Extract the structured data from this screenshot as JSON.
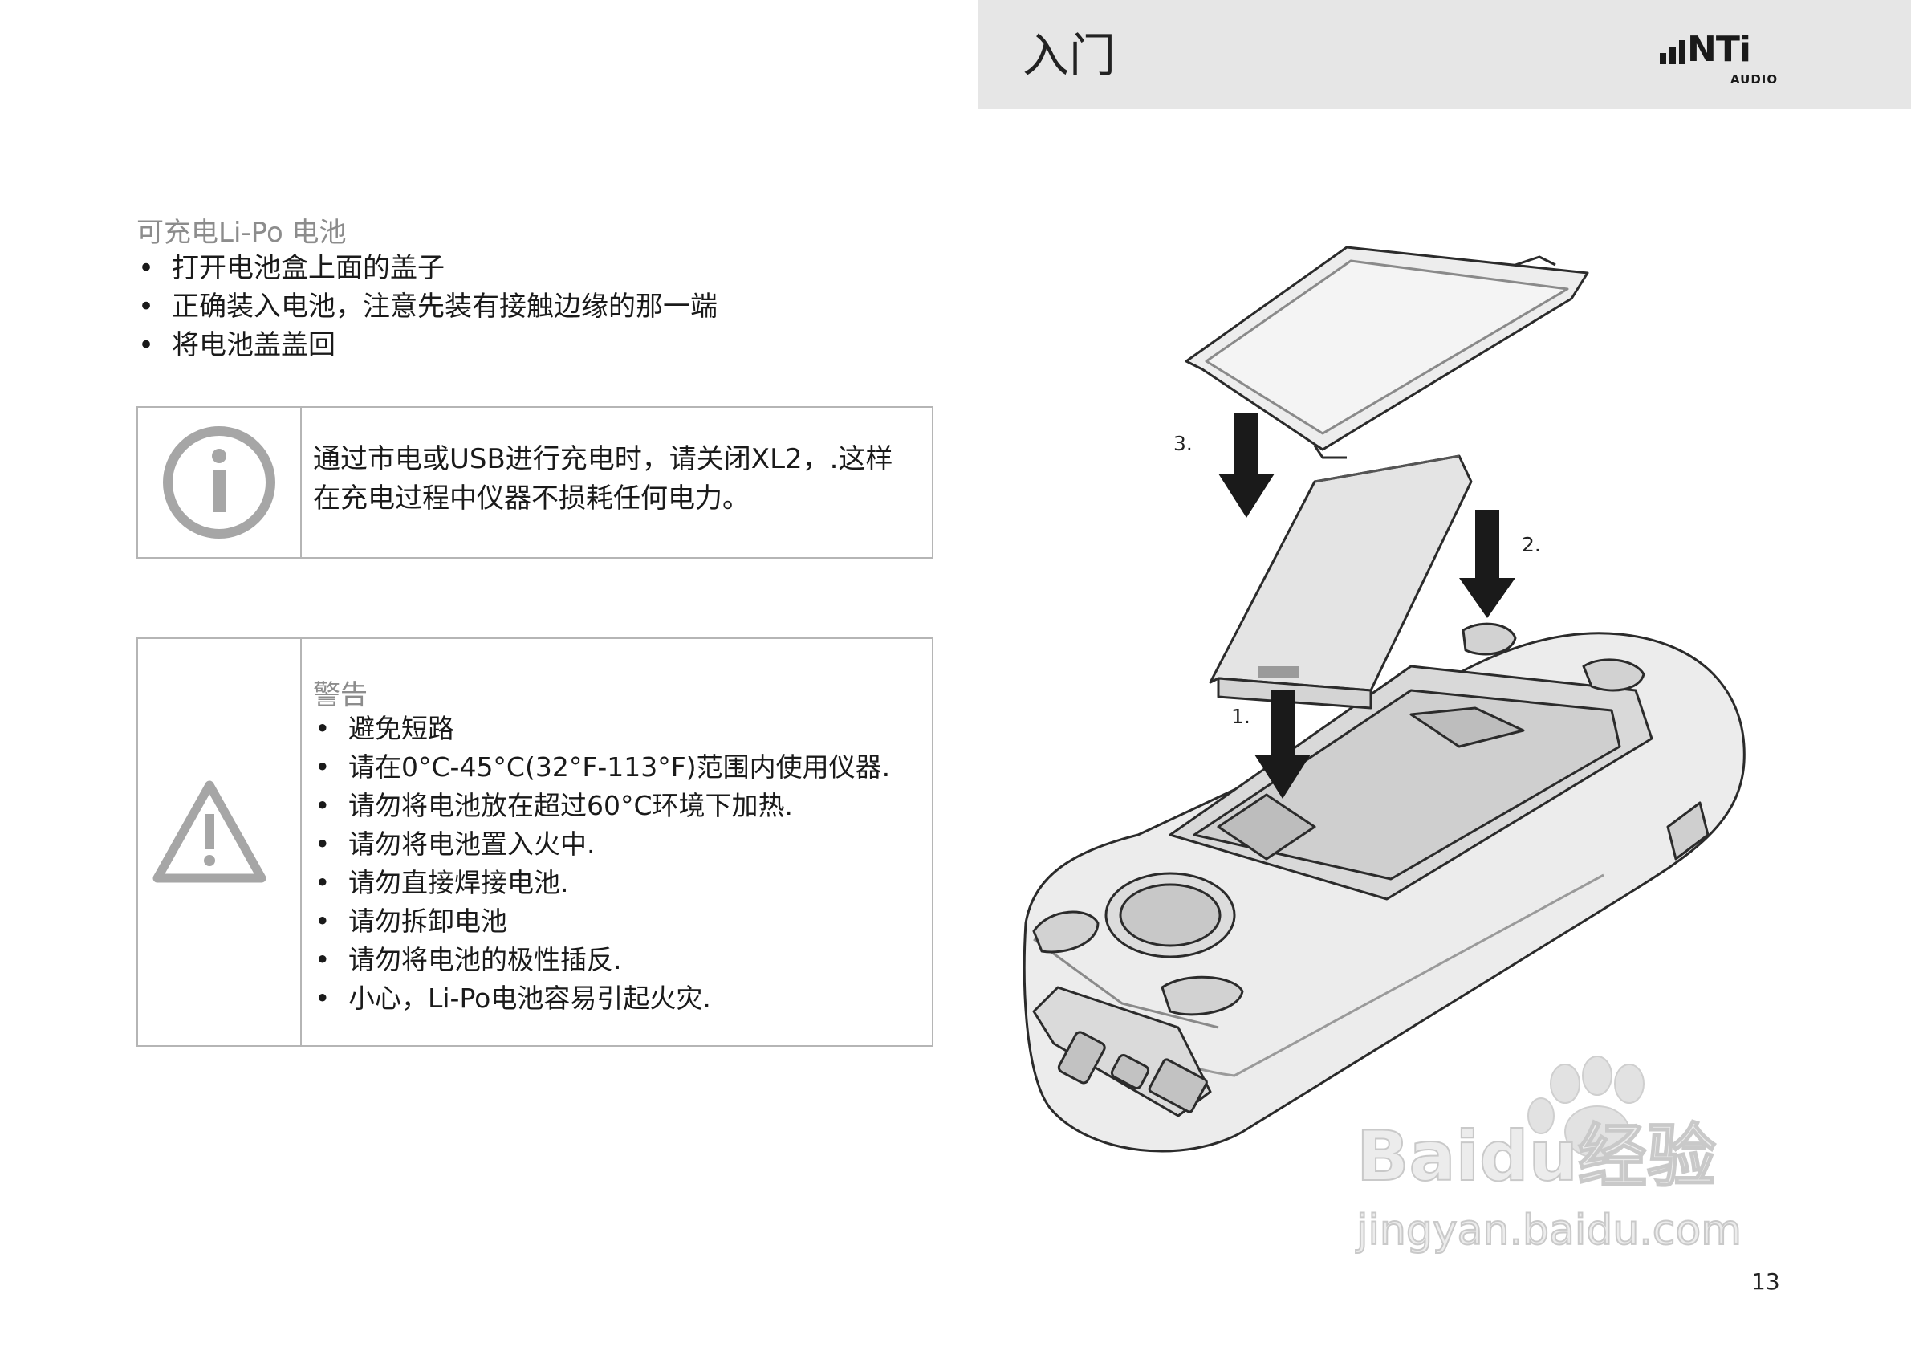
{
  "header": {
    "title": "入门",
    "logo_word": "NTi",
    "logo_sub": "AUDIO"
  },
  "battery_section": {
    "heading": "可充电Li-Po 电池",
    "bullets": [
      "打开电池盒上面的盖子",
      "正确装入电池，注意先装有接触边缘的那一端",
      "将电池盖盖回"
    ]
  },
  "info_box": {
    "icon": "info-icon",
    "lines": [
      "通过市电或USB进行充电时，请关闭XL2，.这样",
      "在充电过程中仪器不损耗任何电力。"
    ]
  },
  "warning_box": {
    "icon": "warning-triangle-icon",
    "heading": "警告",
    "items": [
      "避免短路",
      "请在0°C-45°C(32°F-113°F)范围内使用仪器.",
      "请勿将电池放在超过60°C环境下加热.",
      "请勿将电池置入火中.",
      "请勿直接焊接电池.",
      "请勿拆卸电池",
      "请勿将电池的极性插反.",
      "小心，Li-Po电池容易引起火灾."
    ]
  },
  "illustration": {
    "step_labels": [
      "3.",
      "2.",
      "1."
    ]
  },
  "watermark": {
    "brand": "Baidu经验",
    "url": "jingyan.baidu.com"
  },
  "page_number": "13"
}
